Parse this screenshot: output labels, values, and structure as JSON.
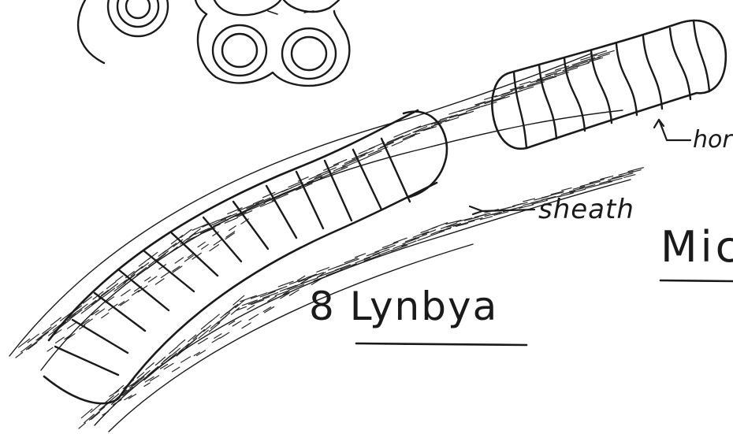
{
  "drawing": {
    "ink_color": "#1a1a1a",
    "paper_color": "#ffffff"
  },
  "labels": {
    "sheath": "sheath",
    "hormogonium_partial": "hor",
    "title": "8 Lynbya",
    "next_title_partial": "Mic"
  }
}
